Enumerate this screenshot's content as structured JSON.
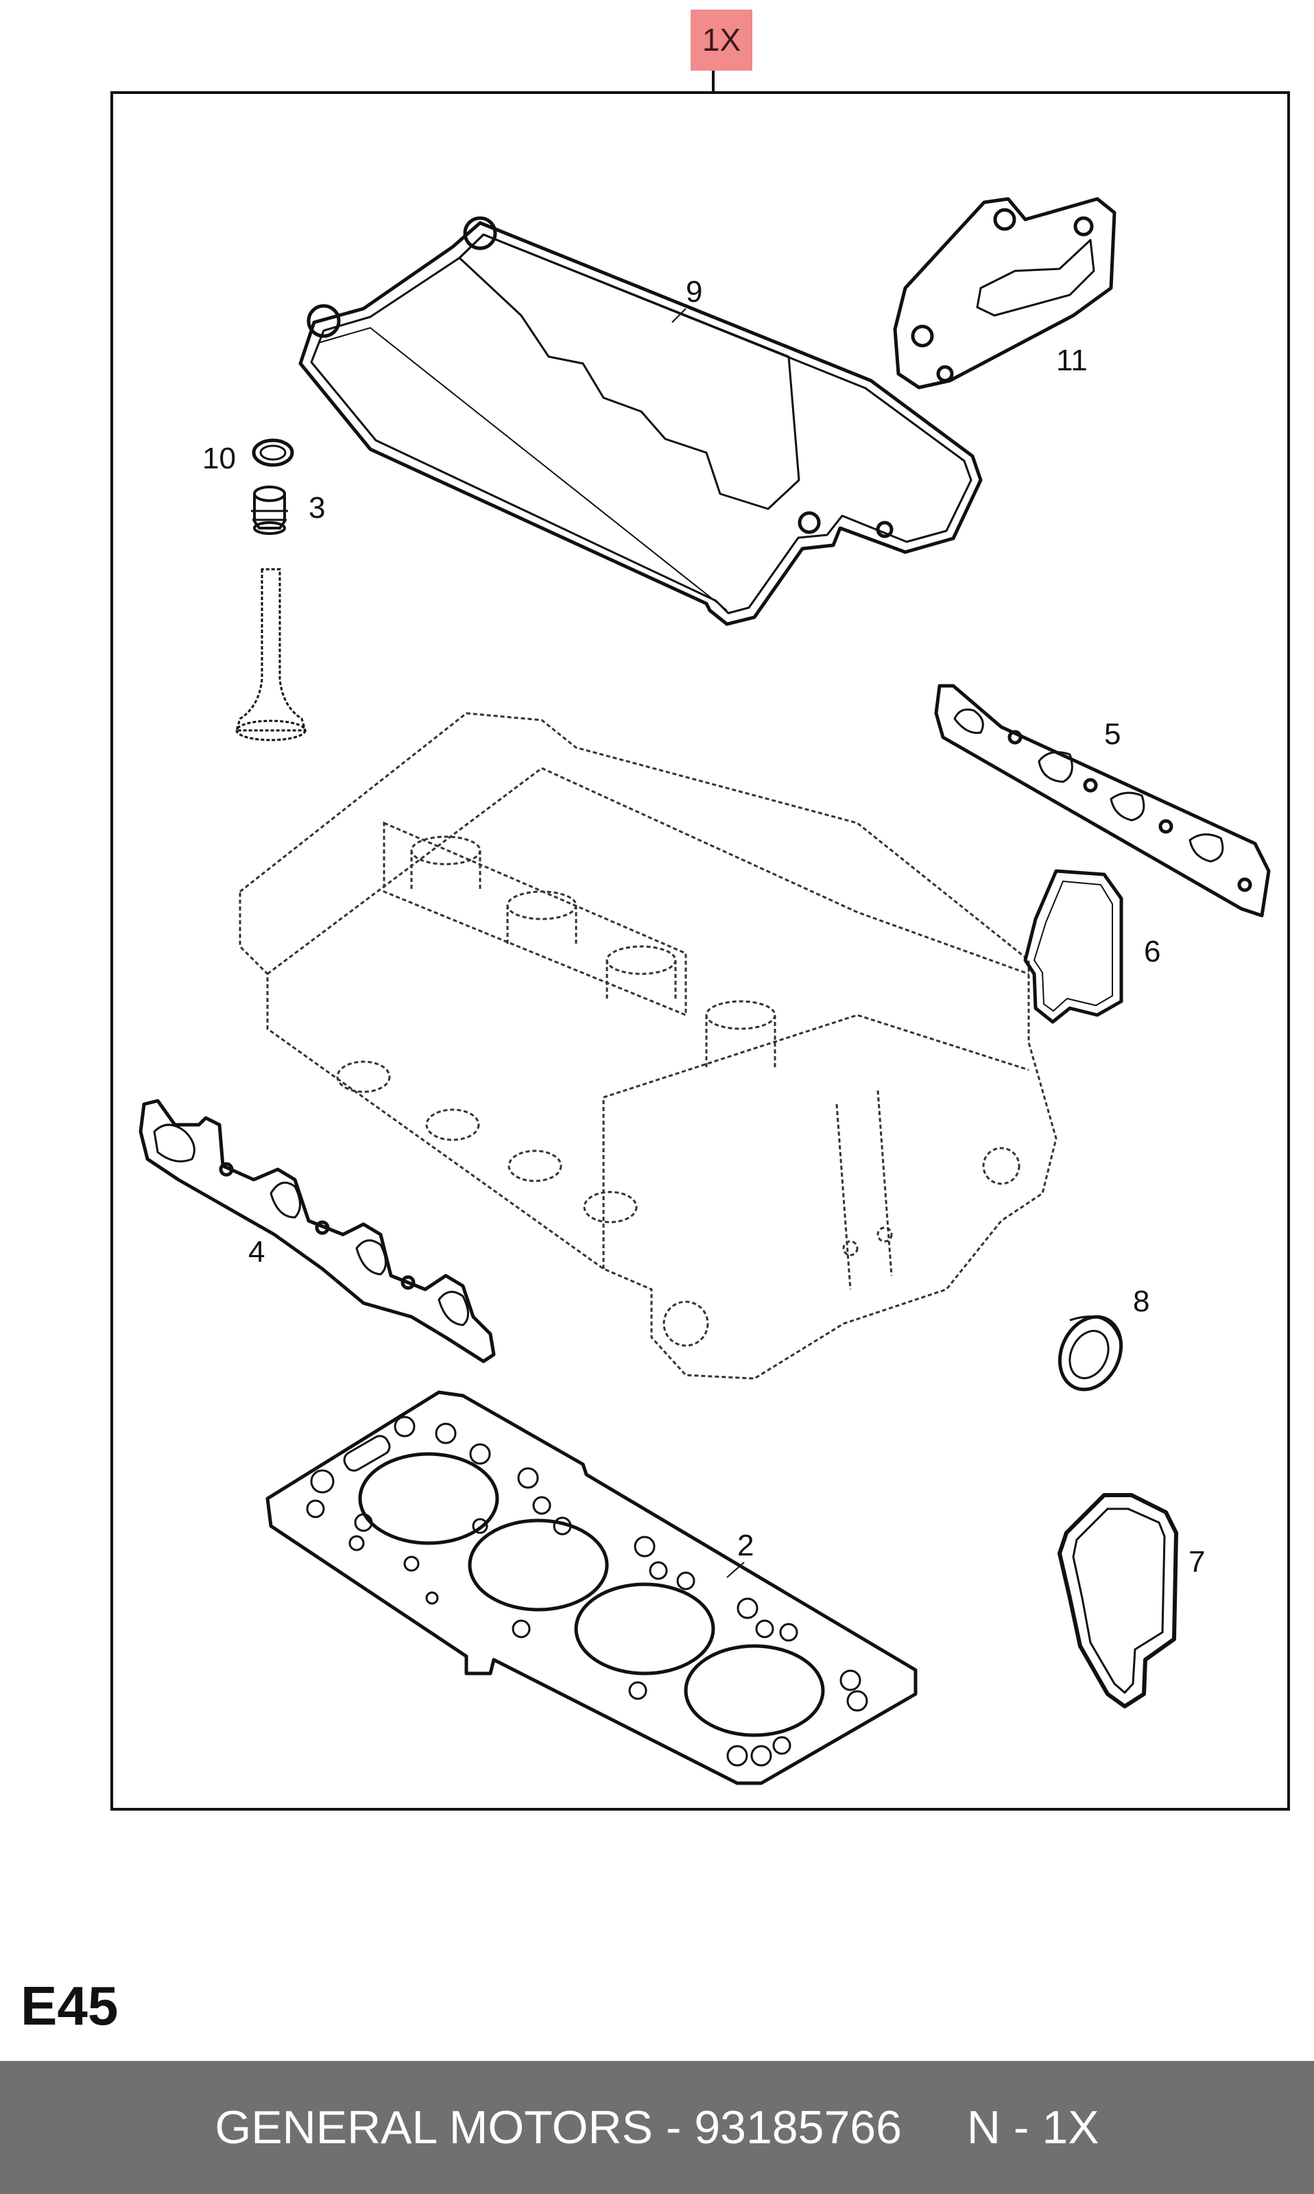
{
  "header": {
    "quantity_tag": "1X",
    "tag_color": "#f28b8b"
  },
  "diagram": {
    "callouts": {
      "p2": "2",
      "p3": "3",
      "p4": "4",
      "p5": "5",
      "p6": "6",
      "p7": "7",
      "p8": "8",
      "p9": "9",
      "p10": "10",
      "p11": "11"
    },
    "parts": [
      {
        "id": "2",
        "shape": "cylinder-head-gasket"
      },
      {
        "id": "3",
        "shape": "valve-stem-seal"
      },
      {
        "id": "4",
        "shape": "exhaust-manifold-gasket"
      },
      {
        "id": "5",
        "shape": "intake-manifold-gasket"
      },
      {
        "id": "6",
        "shape": "thermostat-housing-gasket"
      },
      {
        "id": "7",
        "shape": "coolant-flange-gasket"
      },
      {
        "id": "8",
        "shape": "camshaft-seal-ring"
      },
      {
        "id": "9",
        "shape": "valve-cover-gasket"
      },
      {
        "id": "10",
        "shape": "o-ring"
      },
      {
        "id": "11",
        "shape": "egr-flange-gasket"
      }
    ]
  },
  "page_code": "E45",
  "footer": {
    "part_text": "GENERAL MOTORS - 93185766",
    "qty_text": "N - 1X",
    "background": "#707070"
  }
}
